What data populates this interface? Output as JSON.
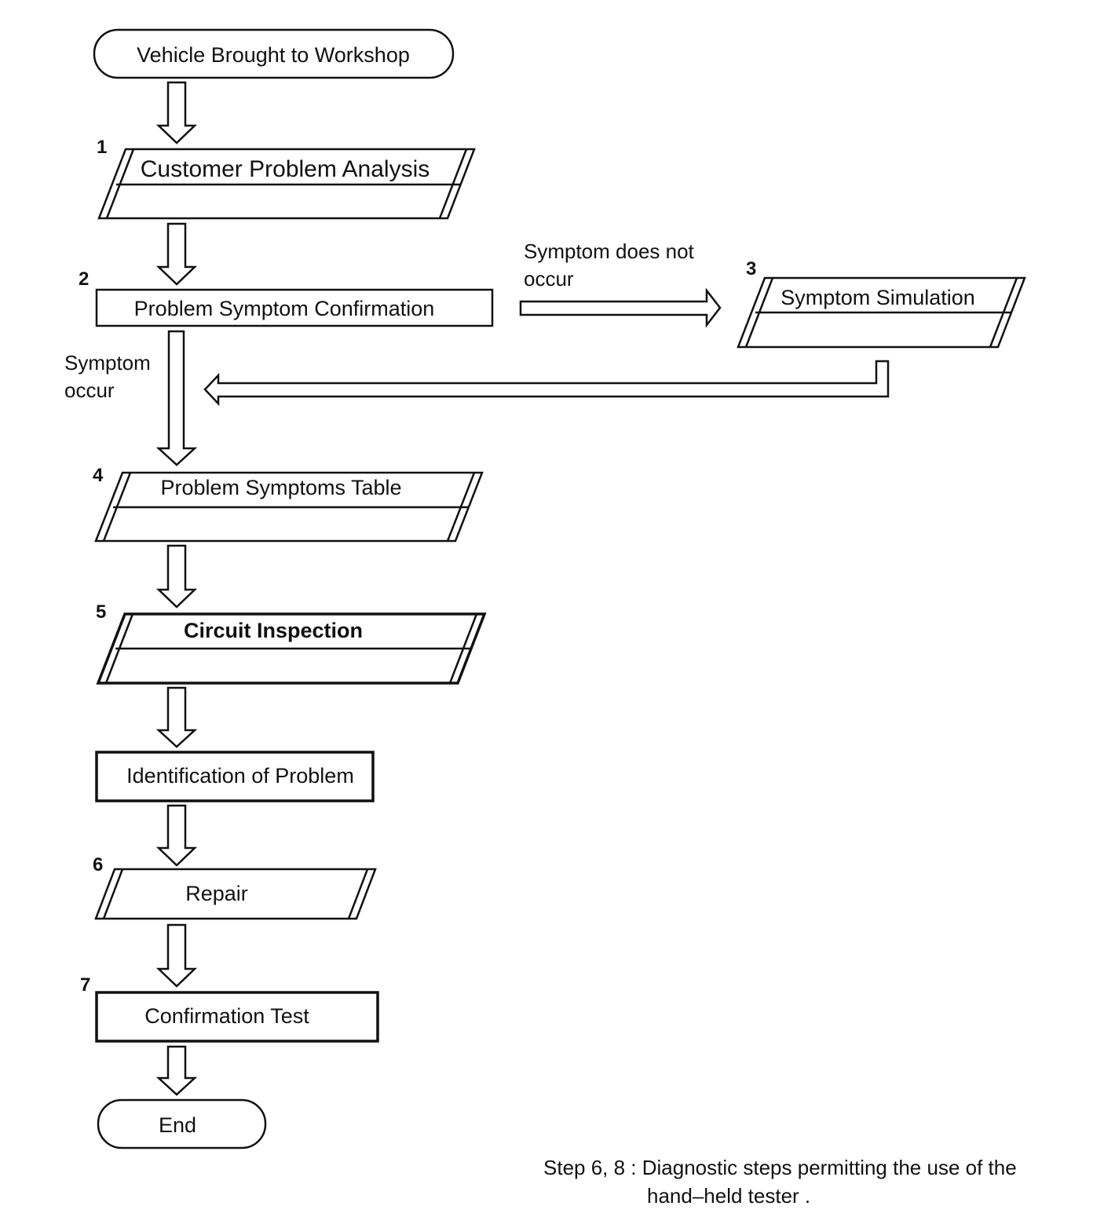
{
  "nodes": {
    "start": "Vehicle Brought to Workshop",
    "step1": {
      "number": "1",
      "label": "Customer Problem Analysis"
    },
    "step2": {
      "number": "2",
      "label": "Problem Symptom Confirmation"
    },
    "step3": {
      "number": "3",
      "label": "Symptom Simulation"
    },
    "step4": {
      "number": "4",
      "label": "Problem Symptoms Table"
    },
    "step5": {
      "number": "5",
      "label": "Circuit Inspection"
    },
    "identification": "Identification of Problem",
    "step6": {
      "number": "6",
      "label": "Repair"
    },
    "step7": {
      "number": "7",
      "label": "Confirmation Test"
    },
    "end": "End"
  },
  "edges": {
    "no_symptom": {
      "line1": "Symptom does not",
      "line2": "occur"
    },
    "symptom": {
      "line1": "Symptom",
      "line2": "occur"
    }
  },
  "note": {
    "line1": "Step 6, 8 : Diagnostic steps permitting the use of the",
    "line2": "hand–held tester ."
  }
}
